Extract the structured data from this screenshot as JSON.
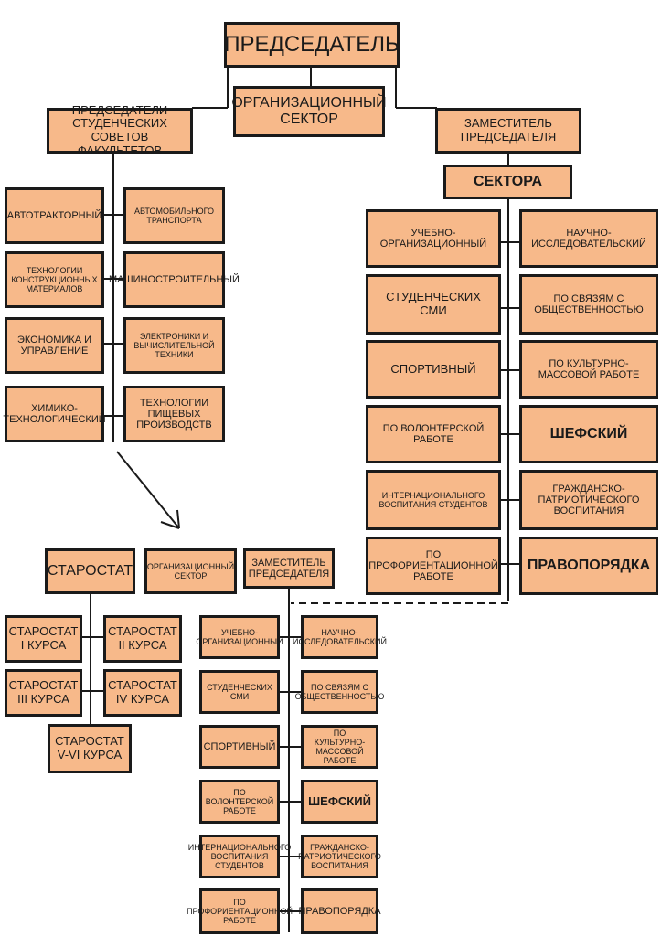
{
  "colors": {
    "box_fill": "#f7b98a",
    "border": "#1a1a1a",
    "background": "#ffffff"
  },
  "top": {
    "chairman": "Председатель",
    "org_sector": "Организационный сектор",
    "faculty_chairs": "Председатели студенческих советов факультетов",
    "deputy": "Заместитель председателя",
    "sectors": "Сектора"
  },
  "faculties": [
    "Автотракторный",
    "Автомобильного транспорта",
    "Технологии конструкционных материалов",
    "Машиностроительный",
    "Экономика и управление",
    "Электроники и вычислительной техники",
    "Химико-технологический",
    "Технологии пищевых производств"
  ],
  "sectors": [
    "Учебно-организационный",
    "Научно-исследовательский",
    "Студенческих СМИ",
    "По связям с общественностью",
    "Спортивный",
    "По культурно-массовой работе",
    "По волонтерской работе",
    "Шефский",
    "Интернационального воспитания студентов",
    "Гражданско-патриотического воспитания",
    "По профориентационной работе",
    "Правопорядка"
  ],
  "bottom": {
    "starostat": "Старостат",
    "org_sector": "Организационный сектор",
    "deputy": "Заместитель председателя",
    "courses": [
      "Старостат I курса",
      "Старостат II курса",
      "Старостат III курса",
      "Старостат IV курса",
      "Старостат V-VI курса"
    ]
  }
}
